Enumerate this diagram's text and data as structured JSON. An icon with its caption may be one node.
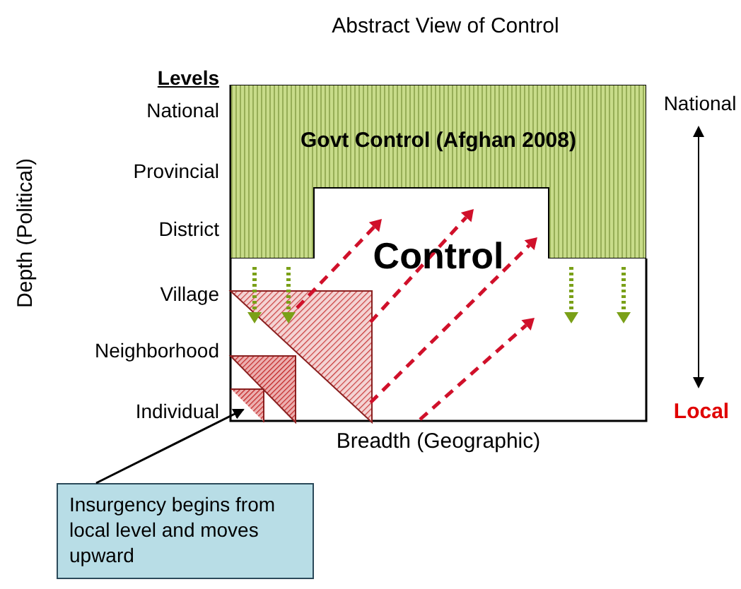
{
  "diagram": {
    "title": "Abstract View of Control",
    "nodes": [
      {
        "text": [
          "Govt Control (Afghan 2008)"
        ]
      },
      {
        "text": [
          "Insurgency begins from local level and moves upward"
        ]
      },
      {
        "text": [],
        "shape": "triangle"
      }
    ],
    "edges": [
      {
        "from": 1,
        "to": 2,
        "arrow": "to"
      }
    ],
    "labels": [
      "Levels",
      "National",
      "Provincial",
      "District",
      "Village",
      "Neighborhood",
      "Individual",
      "Depth (Political)",
      "Control",
      "National",
      "Local",
      "Breadth (Geographic)"
    ]
  }
}
